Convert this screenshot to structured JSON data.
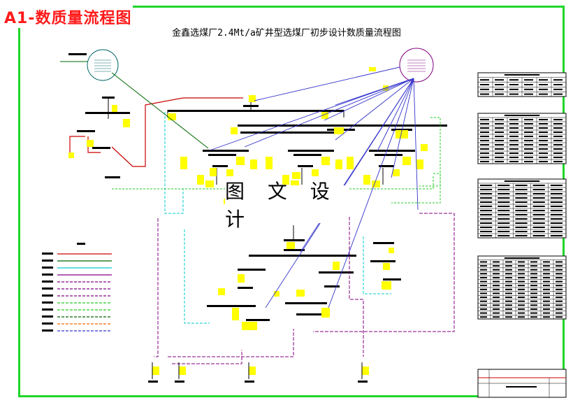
{
  "stamp": "A1-数质量流程图",
  "title": "金鑫选煤厂2.4Mt/a矿井型选煤厂初步设计数质量流程图",
  "watermark": "图 文 设 计",
  "colors": {
    "frame": "#1fd62a",
    "stamp": "#ff1a1a",
    "label_yellow": "#ffff00",
    "flow_red": "#cc0000",
    "flow_cyan": "#00cccc",
    "flow_green": "#22cc22",
    "flow_purple": "#800080",
    "flow_dark_green": "#006600",
    "flow_orange": "#ff6600",
    "flow_blue": "#3333cc",
    "line_black": "#000000"
  }
}
